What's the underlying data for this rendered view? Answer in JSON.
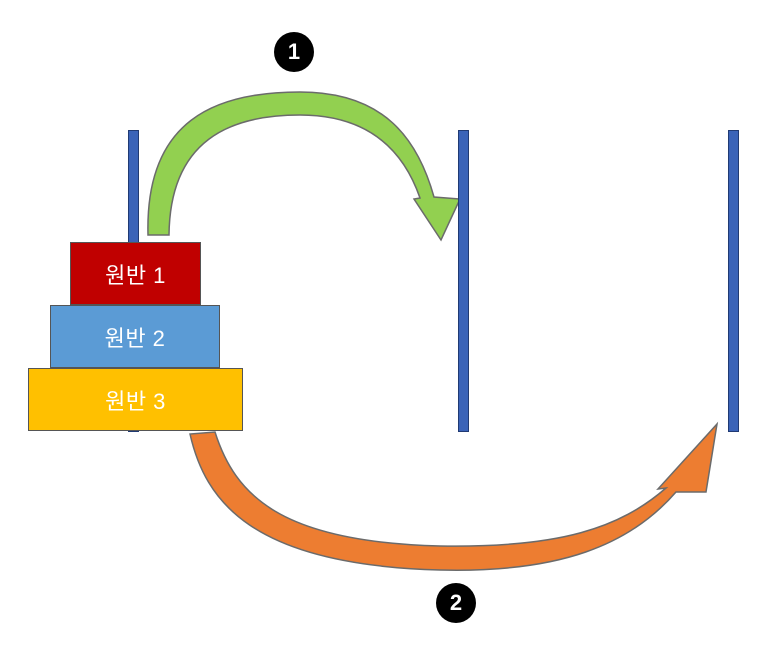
{
  "disks": [
    {
      "label": "원반 1",
      "color": "#c00000"
    },
    {
      "label": "원반 2",
      "color": "#5b9bd5"
    },
    {
      "label": "원반 3",
      "color": "#ffc000"
    }
  ],
  "steps": [
    {
      "number": "1",
      "arrow_color": "#92d050",
      "from": "peg-1",
      "to": "peg-2"
    },
    {
      "number": "2",
      "arrow_color": "#ed7d31",
      "from": "peg-1",
      "to": "peg-3"
    }
  ],
  "peg_color": "#3a63b8"
}
